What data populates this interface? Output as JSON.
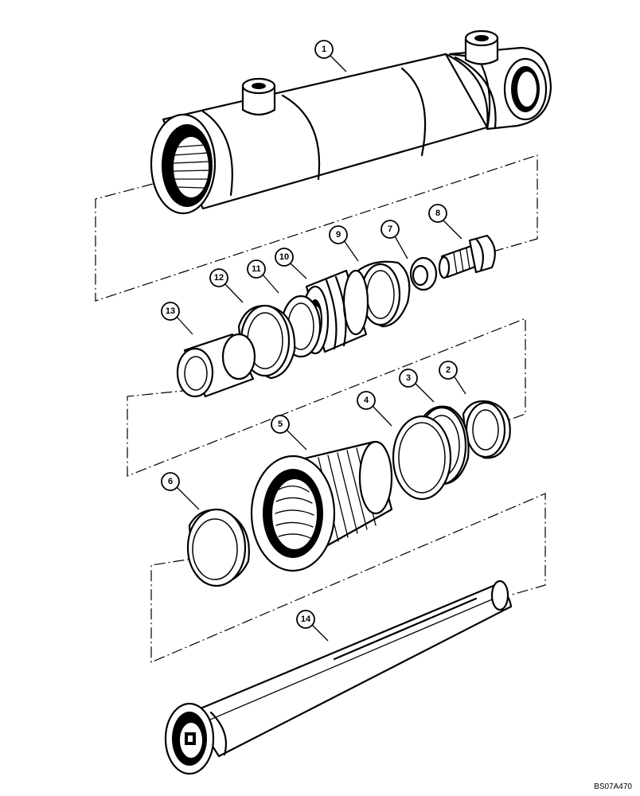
{
  "drawing_ref": "BS07A470",
  "callouts": [
    {
      "id": "c1",
      "label": "1"
    },
    {
      "id": "c2",
      "label": "2"
    },
    {
      "id": "c3",
      "label": "3"
    },
    {
      "id": "c4",
      "label": "4"
    },
    {
      "id": "c5",
      "label": "5"
    },
    {
      "id": "c6",
      "label": "6"
    },
    {
      "id": "c7",
      "label": "7"
    },
    {
      "id": "c8",
      "label": "8"
    },
    {
      "id": "c9",
      "label": "9"
    },
    {
      "id": "c10",
      "label": "10"
    },
    {
      "id": "c11",
      "label": "11"
    },
    {
      "id": "c12",
      "label": "12"
    },
    {
      "id": "c13",
      "label": "13"
    },
    {
      "id": "c14",
      "label": "14"
    }
  ]
}
